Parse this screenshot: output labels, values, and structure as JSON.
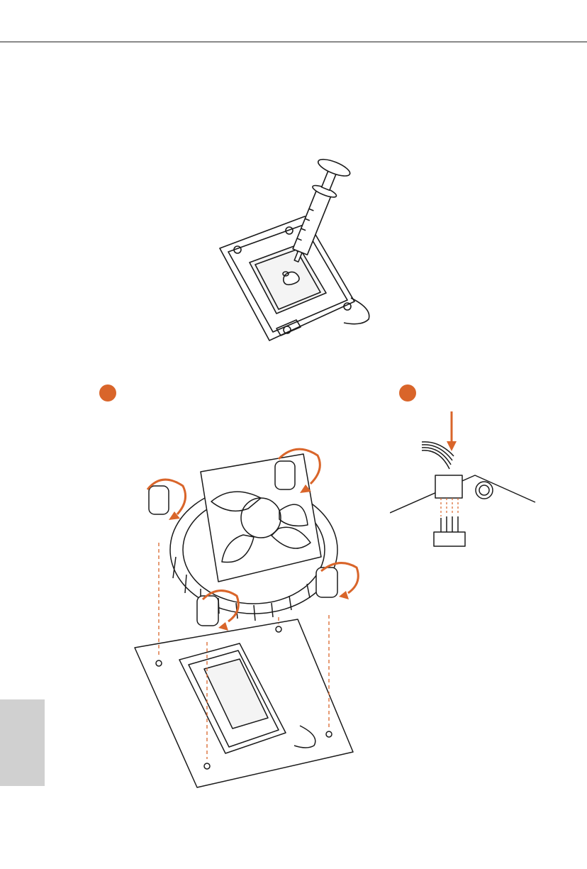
{
  "colors": {
    "accent": "#d9652a",
    "line": "#1a1a1a",
    "rule": "#8a8a8a",
    "side_tab": "#d0d0d0"
  },
  "figures": {
    "thermal_paste": "thermal-paste-illustration",
    "cooler_install": "cpu-cooler-install-illustration",
    "fan_connector": "fan-header-connector-illustration"
  },
  "steps": [
    {
      "marker": "step-1-dot"
    },
    {
      "marker": "step-2-dot"
    }
  ]
}
